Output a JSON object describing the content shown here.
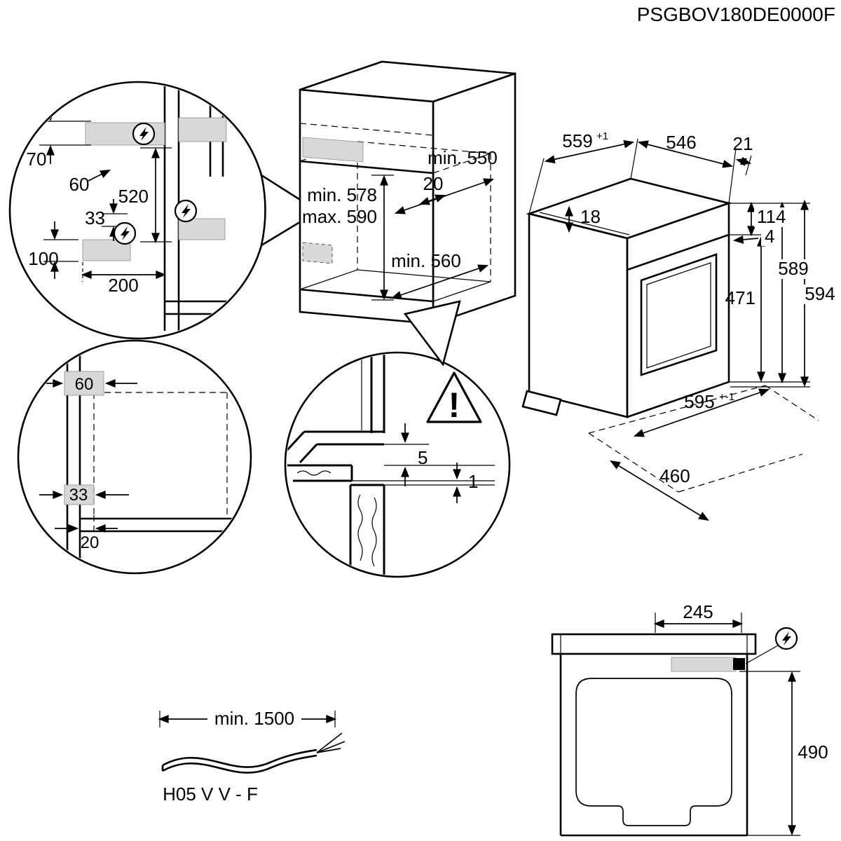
{
  "title": "PSGBOV180DE0000F",
  "side_detail": {
    "d70": "70",
    "d60": "60",
    "d520": "520",
    "d33": "33",
    "d100": "100",
    "d200": "200"
  },
  "cabinet": {
    "min550": "min. 550",
    "d20": "20",
    "min578": "min. 578",
    "max590": "max. 590",
    "min560": "min. 560"
  },
  "oven": {
    "d559": "559",
    "d559_sup": "+1",
    "d546": "546",
    "d21": "21",
    "d18": "18",
    "d114": "114",
    "d4": "4",
    "d589": "589",
    "d594": "594",
    "d471": "471",
    "d595": "595",
    "d595_sup": "+-1",
    "d460": "460"
  },
  "plan_detail": {
    "d60": "60",
    "d33": "33",
    "d20": "20"
  },
  "gap_detail": {
    "d5": "5",
    "d1": "1",
    "warning": "!"
  },
  "cable": {
    "length": "min. 1500",
    "type": "H05 V V - F"
  },
  "top_view": {
    "d245": "245",
    "d490": "490"
  },
  "colors": {
    "line": "#000000",
    "shade": "#d8d8d8",
    "background": "#ffffff"
  }
}
